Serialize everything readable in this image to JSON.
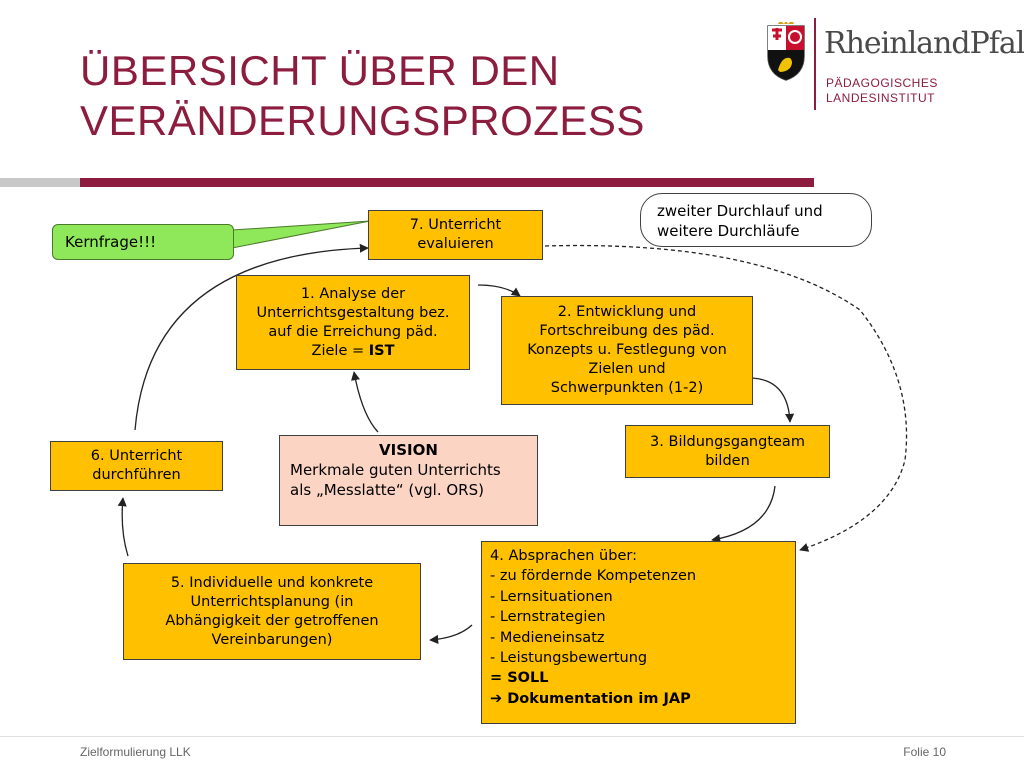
{
  "slide": {
    "title_line1": "ÜBERSICHT ÜBER DEN",
    "title_line2": "VERÄNDERUNGSPROZESS",
    "footer_left": "Zielformulierung LLK",
    "footer_right": "Folie 10"
  },
  "logo": {
    "name": "RheinlandPfalz",
    "sub_line1": "PÄDAGOGISCHES",
    "sub_line2": "LANDESINSTITUT"
  },
  "diagram": {
    "kernfrage": "Kernfrage!!!",
    "cloud": {
      "line1": "zweiter Durchlauf und",
      "line2": "weitere Durchläufe"
    },
    "step7": {
      "line1": "7. Unterricht",
      "line2": "evaluieren"
    },
    "step1": {
      "line1": "1. Analyse der",
      "line2": "Unterrichtsgestaltung bez.",
      "line3": "auf die Erreichung päd.",
      "line4_pre": "Ziele = ",
      "line4_bold": "IST"
    },
    "step2": {
      "line1": "2. Entwicklung und",
      "line2": "Fortschreibung des päd.",
      "line3": "Konzepts u. Festlegung  von",
      "line4": "Zielen und",
      "line5": "Schwerpunkten (1-2)"
    },
    "step3": {
      "line1": "3. Bildungsgangteam",
      "line2": "bilden"
    },
    "step6": {
      "line1": "6. Unterricht",
      "line2": "durchführen"
    },
    "vision": {
      "head": "VISION",
      "line1": "Merkmale guten Unterrichts",
      "line2": "als „Messlatte“ (vgl. ORS)"
    },
    "step5": {
      "line1": "5.  Individuelle und konkrete",
      "line2": "Unterrichtsplanung (in",
      "line3": "Abhängigkeit der getroffenen",
      "line4": "Vereinbarungen)"
    },
    "step4": {
      "line1": "4. Absprachen über:",
      "line2": "- zu fördernde Kompetenzen",
      "line3": "- Lernsituationen",
      "line4": "- Lernstrategien",
      "line5": "- Medieneinsatz",
      "line6": "- Leistungsbewertung",
      "line7": "= SOLL",
      "line8_arrow": "➔",
      "line8": " Dokumentation im JAP"
    }
  },
  "colors": {
    "accent": "#8c1d3f",
    "box_fill": "#ffc000",
    "vision_fill": "#fbd4c4",
    "kernfrage_fill": "#8ee85a"
  }
}
